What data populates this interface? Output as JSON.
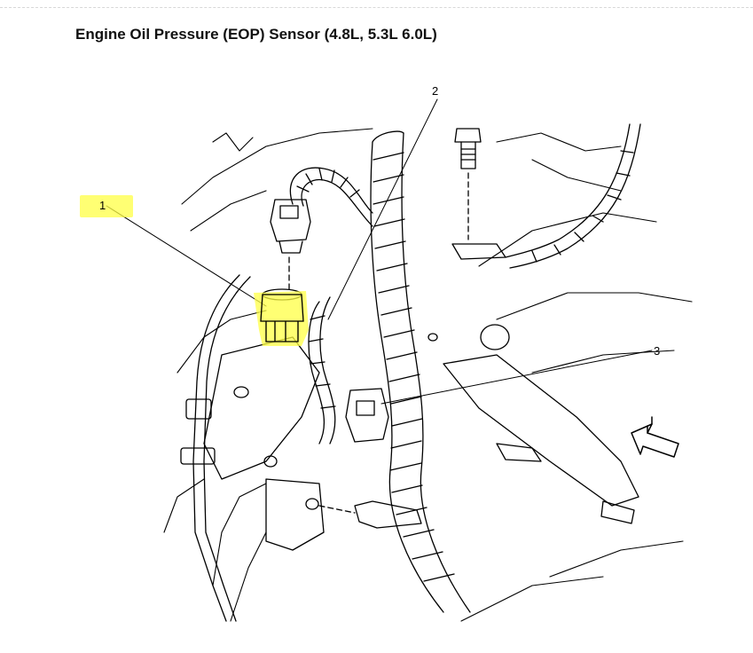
{
  "title": "Engine Oil Pressure (EOP) Sensor (4.8L, 5.3L 6.0L)",
  "callouts": [
    {
      "label": "1"
    },
    {
      "label": "2"
    },
    {
      "label": "3"
    }
  ],
  "colors": {
    "highlight": "#ffff44",
    "line": "#000000"
  }
}
